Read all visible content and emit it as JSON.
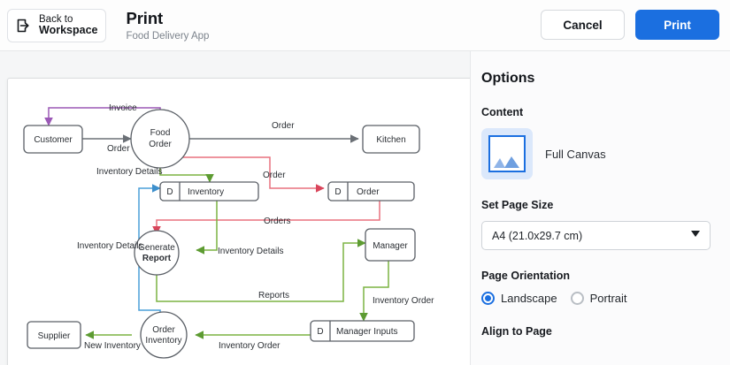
{
  "header": {
    "back_line1": "Back to",
    "back_line2": "Workspace",
    "back_icon": "enter-arrow-icon",
    "title": "Print",
    "subtitle": "Food Delivery App",
    "cancel_label": "Cancel",
    "print_label": "Print",
    "accent_color": "#1b6fe0"
  },
  "options": {
    "panel_title": "Options",
    "content_label": "Content",
    "content_thumb_icon": "mountain-image-icon",
    "content_value": "Full Canvas",
    "page_size_label": "Set Page Size",
    "page_size_value": "A4 (21.0x29.7 cm)",
    "page_size_caret": "chevron-down-icon",
    "orientation_label": "Page Orientation",
    "orientation_landscape": "Landscape",
    "orientation_portrait": "Portrait",
    "orientation_selected": "Landscape",
    "align_label": "Align to Page"
  },
  "diagram": {
    "type": "data-flow-diagram",
    "colors": {
      "node_stroke": "#5a5f66",
      "flow_gray": "#6b7076",
      "flow_purple": "#9b59b6",
      "flow_red": "#e8707f",
      "flow_green": "#7cb342",
      "flow_blue": "#4a9fd8"
    },
    "nodes": [
      {
        "id": "customer",
        "label": "Customer",
        "shape": "rect"
      },
      {
        "id": "food_order",
        "label": "Food Order",
        "shape": "circle"
      },
      {
        "id": "kitchen",
        "label": "Kitchen",
        "shape": "rect"
      },
      {
        "id": "inventory_store",
        "label": "Inventory",
        "marker": "D",
        "shape": "store"
      },
      {
        "id": "order_store",
        "label": "Order",
        "marker": "D",
        "shape": "store"
      },
      {
        "id": "generate_report",
        "label": "Generate Report",
        "shape": "circle"
      },
      {
        "id": "manager",
        "label": "Manager",
        "shape": "rect"
      },
      {
        "id": "supplier",
        "label": "Supplier",
        "shape": "rect"
      },
      {
        "id": "order_inventory",
        "label": "Order Inventory",
        "shape": "circle"
      },
      {
        "id": "manager_inputs_store",
        "label": "Manager Inputs",
        "marker": "D",
        "shape": "store"
      }
    ],
    "flows": [
      {
        "id": "f1",
        "label": "Invoice",
        "color": "purple"
      },
      {
        "id": "f2",
        "label": "Order",
        "color": "gray"
      },
      {
        "id": "f3",
        "label": "Order",
        "color": "gray"
      },
      {
        "id": "f4",
        "label": "Inventory Details",
        "color": "green"
      },
      {
        "id": "f5",
        "label": "Order",
        "color": "red"
      },
      {
        "id": "f6",
        "label": "Orders",
        "color": "red"
      },
      {
        "id": "f7",
        "label": "Inventory Details",
        "color": "green"
      },
      {
        "id": "f8",
        "label": "Inventory Details",
        "color": "blue"
      },
      {
        "id": "f9",
        "label": "Reports",
        "color": "green"
      },
      {
        "id": "f10",
        "label": "Inventory Order",
        "color": "green"
      },
      {
        "id": "f11",
        "label": "Inventory Order",
        "color": "green"
      },
      {
        "id": "f12",
        "label": "New Inventory",
        "color": "green"
      }
    ]
  }
}
